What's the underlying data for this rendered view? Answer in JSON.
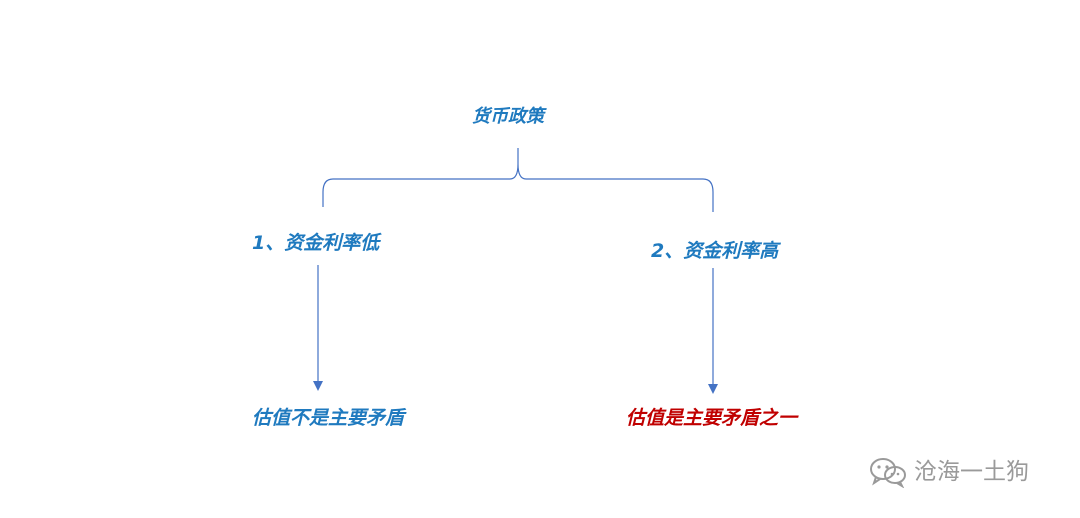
{
  "colors": {
    "label": "#1F7ABF",
    "highlight": "#C00000",
    "connector": "#4472C4",
    "watermark": "#9A9A9A"
  },
  "diagram": {
    "root": "货币政策",
    "branches": [
      {
        "label": "1、资金利率低",
        "result": "估值不是主要矛盾"
      },
      {
        "label": "2、资金利率高",
        "result": "估值是主要矛盾之一"
      }
    ]
  },
  "watermark": {
    "icon": "wechat-icon",
    "text": "沧海一土狗"
  }
}
